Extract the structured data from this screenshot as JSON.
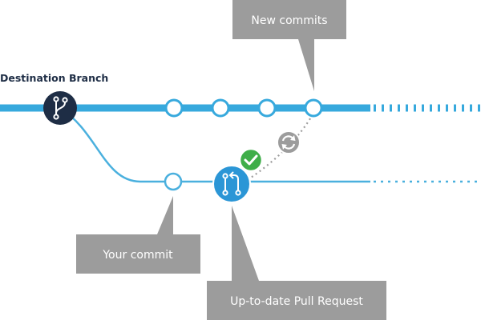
{
  "diagram": {
    "destination_branch_label": "Destination Branch",
    "new_commits_label": "New commits",
    "your_commit_label": "Your commit",
    "pull_request_label": "Up-to-date Pull Request",
    "icons": {
      "branch": "git-branch-icon",
      "pull_request": "pull-request-icon",
      "sync": "sync-icon",
      "check": "check-icon"
    },
    "colors": {
      "main_line": "#37a9dd",
      "branch_line": "#4ab0de",
      "branch_node": "#1e2d45",
      "pr_node": "#2b96d6",
      "callout": "#9c9c9c",
      "check": "#3fae49",
      "sync": "#9c9c9c"
    }
  }
}
